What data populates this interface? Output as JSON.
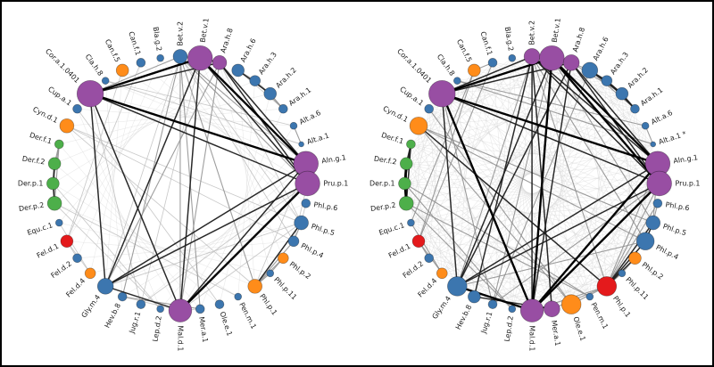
{
  "figure": {
    "background": "#ffffff",
    "border_color": "#000000",
    "palette": {
      "purple": "#984ea3",
      "blue": "#3c76af",
      "orange": "#ff8c1a",
      "green": "#4daf4a",
      "red": "#e41a1c"
    }
  },
  "chart_data": [
    {
      "type": "network",
      "name": "left-network",
      "layout": "circle",
      "center": [
        200,
        206
      ],
      "radius": 144,
      "mesh_offsets": [
        13
      ],
      "nodes": [
        {
          "label": "Bet.v.2",
          "color": "blue",
          "size": 8
        },
        {
          "label": "Bet.v.1",
          "color": "purple",
          "size": 14
        },
        {
          "label": "Ara.h.8",
          "color": "purple",
          "size": 8
        },
        {
          "label": "Ara.h.6",
          "color": "blue",
          "size": 7
        },
        {
          "label": "Ara.h.3",
          "color": "blue",
          "size": 6
        },
        {
          "label": "Ara.h.2",
          "color": "blue",
          "size": 7
        },
        {
          "label": "Ara.h.1",
          "color": "blue",
          "size": 5
        },
        {
          "label": "Alt.a.6",
          "color": "blue",
          "size": 4
        },
        {
          "label": "Alt.a.1",
          "color": "blue",
          "size": 3
        },
        {
          "label": "Aln.g.1",
          "color": "purple",
          "size": 14
        },
        {
          "label": "Pru.p.1",
          "color": "purple",
          "size": 14
        },
        {
          "label": "Phl.p.6",
          "color": "blue",
          "size": 5
        },
        {
          "label": "Phl.p.5",
          "color": "blue",
          "size": 8
        },
        {
          "label": "Phl.p.4",
          "color": "blue",
          "size": 6
        },
        {
          "label": "Phl.p.2",
          "color": "orange",
          "size": 6
        },
        {
          "label": "Phl.p.11",
          "color": "blue",
          "size": 4
        },
        {
          "label": "Phl.p.1",
          "color": "orange",
          "size": 8
        },
        {
          "label": "Pen.m.1",
          "color": "blue",
          "size": 4
        },
        {
          "label": "Ole.e.1",
          "color": "blue",
          "size": 5
        },
        {
          "label": "Mer.a.1",
          "color": "blue",
          "size": 5
        },
        {
          "label": "Mal.d.1",
          "color": "purple",
          "size": 13
        },
        {
          "label": "Lep.d.2",
          "color": "blue",
          "size": 4
        },
        {
          "label": "Jug.r.1",
          "color": "blue",
          "size": 5
        },
        {
          "label": "Hev.b.8",
          "color": "blue",
          "size": 5
        },
        {
          "label": "Gly.m.4",
          "color": "blue",
          "size": 9
        },
        {
          "label": "Fel.d.4",
          "color": "orange",
          "size": 6
        },
        {
          "label": "Fel.d.2",
          "color": "blue",
          "size": 5
        },
        {
          "label": "Fel.d.1",
          "color": "red",
          "size": 7
        },
        {
          "label": "Equ.c.1",
          "color": "blue",
          "size": 4
        },
        {
          "label": "Der.p.2",
          "color": "green",
          "size": 8
        },
        {
          "label": "Der.p.1",
          "color": "green",
          "size": 7
        },
        {
          "label": "Der.f.2",
          "color": "green",
          "size": 7
        },
        {
          "label": "Der.f.1",
          "color": "green",
          "size": 5
        },
        {
          "label": "Cyn.d.1",
          "color": "orange",
          "size": 8
        },
        {
          "label": "Cup.a.1",
          "color": "blue",
          "size": 5
        },
        {
          "label": "Cor.a.1.0401",
          "color": "purple",
          "size": 15
        },
        {
          "label": "Cla.h.8",
          "color": "blue",
          "size": 4
        },
        {
          "label": "Can.f.5",
          "color": "orange",
          "size": 7
        },
        {
          "label": "Can.f.1",
          "color": "blue",
          "size": 5
        },
        {
          "label": "Bla.g.2",
          "color": "blue",
          "size": 4
        }
      ],
      "edges": [
        [
          1,
          35,
          4
        ],
        [
          1,
          9,
          4
        ],
        [
          9,
          35,
          4
        ],
        [
          1,
          10,
          3
        ],
        [
          1,
          20,
          3
        ],
        [
          9,
          10,
          3
        ],
        [
          9,
          20,
          3
        ],
        [
          10,
          20,
          4
        ],
        [
          10,
          35,
          3
        ],
        [
          20,
          35,
          3
        ],
        [
          1,
          2,
          3
        ],
        [
          2,
          9,
          3
        ],
        [
          2,
          10,
          3
        ],
        [
          2,
          20,
          2
        ],
        [
          2,
          35,
          3
        ],
        [
          1,
          24,
          3
        ],
        [
          9,
          24,
          3
        ],
        [
          10,
          24,
          3
        ],
        [
          20,
          24,
          3
        ],
        [
          24,
          35,
          3
        ],
        [
          2,
          24,
          2
        ],
        [
          0,
          1,
          2
        ],
        [
          0,
          9,
          2
        ],
        [
          0,
          10,
          2
        ],
        [
          0,
          20,
          2
        ],
        [
          0,
          35,
          2
        ],
        [
          0,
          24,
          1
        ],
        [
          0,
          19,
          2
        ],
        [
          0,
          23,
          2
        ],
        [
          19,
          23,
          2
        ],
        [
          0,
          16,
          2
        ],
        [
          0,
          12,
          1
        ],
        [
          0,
          13,
          1
        ],
        [
          12,
          16,
          3
        ],
        [
          13,
          16,
          2
        ],
        [
          14,
          16,
          2
        ],
        [
          14,
          15,
          2
        ],
        [
          15,
          16,
          2
        ],
        [
          12,
          13,
          2
        ],
        [
          11,
          12,
          1
        ],
        [
          33,
          12,
          1
        ],
        [
          33,
          16,
          1
        ],
        [
          33,
          13,
          1
        ],
        [
          29,
          30,
          3
        ],
        [
          29,
          31,
          2
        ],
        [
          30,
          31,
          3
        ],
        [
          31,
          32,
          2
        ],
        [
          29,
          32,
          2
        ],
        [
          30,
          32,
          2
        ],
        [
          21,
          29,
          1
        ],
        [
          21,
          30,
          1
        ],
        [
          3,
          5,
          3
        ],
        [
          4,
          5,
          2
        ],
        [
          4,
          6,
          2
        ],
        [
          5,
          6,
          2
        ],
        [
          3,
          4,
          2
        ],
        [
          3,
          6,
          1
        ],
        [
          7,
          8,
          2
        ],
        [
          7,
          36,
          1
        ],
        [
          8,
          36,
          1
        ],
        [
          25,
          27,
          1
        ],
        [
          26,
          27,
          1
        ],
        [
          25,
          28,
          1
        ],
        [
          27,
          37,
          1
        ],
        [
          27,
          38,
          1
        ],
        [
          18,
          34,
          1
        ],
        [
          22,
          35,
          1
        ],
        [
          22,
          1,
          1
        ],
        [
          22,
          10,
          1
        ],
        [
          23,
          20,
          1
        ],
        [
          19,
          20,
          1
        ],
        [
          2,
          12,
          1
        ],
        [
          9,
          16,
          1
        ],
        [
          10,
          13,
          1
        ],
        [
          20,
          12,
          1
        ],
        [
          24,
          12,
          1
        ],
        [
          17,
          29,
          1
        ]
      ]
    },
    {
      "type": "network",
      "name": "right-network",
      "layout": "circle",
      "center": [
        598,
        206
      ],
      "radius": 144,
      "mesh_offsets": [
        6,
        9,
        13,
        17,
        19
      ],
      "nodes": [
        {
          "label": "Bet.v.2",
          "color": "purple",
          "size": 9
        },
        {
          "label": "Bet.v.1",
          "color": "purple",
          "size": 14
        },
        {
          "label": "Ara.h.8",
          "color": "purple",
          "size": 9
        },
        {
          "label": "Ara.h.6",
          "color": "blue",
          "size": 9
        },
        {
          "label": "Ara.h.3",
          "color": "blue",
          "size": 6
        },
        {
          "label": "Ara.h.2",
          "color": "blue",
          "size": 7
        },
        {
          "label": "Ara.h.1",
          "color": "blue",
          "size": 5
        },
        {
          "label": "Alt.a.6",
          "color": "blue",
          "size": 4
        },
        {
          "label": "Alt.a.1",
          "color": "blue",
          "size": 3,
          "mark": "*"
        },
        {
          "label": "Aln.g.1",
          "color": "purple",
          "size": 14
        },
        {
          "label": "Pru.p.1",
          "color": "purple",
          "size": 14
        },
        {
          "label": "Phl.p.6",
          "color": "blue",
          "size": 5
        },
        {
          "label": "Phl.p.5",
          "color": "blue",
          "size": 8
        },
        {
          "label": "Phl.p.4",
          "color": "blue",
          "size": 10
        },
        {
          "label": "Phl.p.2",
          "color": "orange",
          "size": 7
        },
        {
          "label": "Phl.p.11",
          "color": "blue",
          "size": 4
        },
        {
          "label": "Phl.p.1",
          "color": "red",
          "size": 11
        },
        {
          "label": "Pen.m.1",
          "color": "blue",
          "size": 4
        },
        {
          "label": "Ole.e.1",
          "color": "orange",
          "size": 11
        },
        {
          "label": "Mer.a.1",
          "color": "purple",
          "size": 9
        },
        {
          "label": "Mal.d.1",
          "color": "purple",
          "size": 13
        },
        {
          "label": "Lep.d.2",
          "color": "blue",
          "size": 4
        },
        {
          "label": "Jug.r.1",
          "color": "blue",
          "size": 5
        },
        {
          "label": "Hev.b.8",
          "color": "blue",
          "size": 7
        },
        {
          "label": "Gly.m.4",
          "color": "blue",
          "size": 11
        },
        {
          "label": "Fel.d.4",
          "color": "orange",
          "size": 6
        },
        {
          "label": "Fel.d.2",
          "color": "blue",
          "size": 5
        },
        {
          "label": "Fel.d.1",
          "color": "red",
          "size": 7
        },
        {
          "label": "Equ.c.1",
          "color": "blue",
          "size": 4
        },
        {
          "label": "Der.p.2",
          "color": "green",
          "size": 8
        },
        {
          "label": "Der.p.1",
          "color": "green",
          "size": 7
        },
        {
          "label": "Der.f.2",
          "color": "green",
          "size": 7
        },
        {
          "label": "Der.f.1",
          "color": "green",
          "size": 5
        },
        {
          "label": "Cyn.d.1",
          "color": "orange",
          "size": 10
        },
        {
          "label": "Cup.a.1",
          "color": "blue",
          "size": 5
        },
        {
          "label": "Cor.a.1.0401",
          "color": "purple",
          "size": 15
        },
        {
          "label": "Cla.h.8",
          "color": "blue",
          "size": 4
        },
        {
          "label": "Can.f.5",
          "color": "orange",
          "size": 7
        },
        {
          "label": "Can.f.1",
          "color": "blue",
          "size": 5
        },
        {
          "label": "Bla.g.2",
          "color": "blue",
          "size": 4
        }
      ],
      "edges": [
        [
          1,
          35,
          4
        ],
        [
          1,
          9,
          4
        ],
        [
          9,
          35,
          4
        ],
        [
          1,
          10,
          4
        ],
        [
          1,
          20,
          4
        ],
        [
          9,
          10,
          3
        ],
        [
          9,
          20,
          4
        ],
        [
          10,
          20,
          4
        ],
        [
          10,
          35,
          3
        ],
        [
          20,
          35,
          4
        ],
        [
          1,
          2,
          3
        ],
        [
          2,
          9,
          3
        ],
        [
          2,
          10,
          3
        ],
        [
          2,
          20,
          3
        ],
        [
          2,
          35,
          3
        ],
        [
          1,
          24,
          3
        ],
        [
          9,
          24,
          3
        ],
        [
          10,
          24,
          3
        ],
        [
          20,
          24,
          4
        ],
        [
          24,
          35,
          3
        ],
        [
          2,
          24,
          3
        ],
        [
          0,
          1,
          3
        ],
        [
          0,
          9,
          3
        ],
        [
          0,
          10,
          3
        ],
        [
          0,
          20,
          3
        ],
        [
          0,
          35,
          3
        ],
        [
          0,
          24,
          2
        ],
        [
          0,
          19,
          3
        ],
        [
          0,
          23,
          3
        ],
        [
          19,
          23,
          3
        ],
        [
          0,
          16,
          2
        ],
        [
          19,
          16,
          2
        ],
        [
          0,
          13,
          2
        ],
        [
          12,
          16,
          3
        ],
        [
          13,
          16,
          3
        ],
        [
          14,
          16,
          3
        ],
        [
          14,
          15,
          2
        ],
        [
          15,
          16,
          2
        ],
        [
          12,
          13,
          3
        ],
        [
          11,
          12,
          2
        ],
        [
          11,
          16,
          2
        ],
        [
          33,
          16,
          3
        ],
        [
          33,
          12,
          2
        ],
        [
          33,
          13,
          2
        ],
        [
          18,
          16,
          2
        ],
        [
          18,
          33,
          2
        ],
        [
          18,
          34,
          2
        ],
        [
          29,
          30,
          4
        ],
        [
          29,
          31,
          3
        ],
        [
          30,
          31,
          4
        ],
        [
          31,
          32,
          3
        ],
        [
          29,
          32,
          3
        ],
        [
          30,
          32,
          3
        ],
        [
          21,
          29,
          2
        ],
        [
          21,
          30,
          2
        ],
        [
          17,
          29,
          2
        ],
        [
          17,
          30,
          2
        ],
        [
          3,
          5,
          3
        ],
        [
          4,
          5,
          3
        ],
        [
          4,
          6,
          3
        ],
        [
          5,
          6,
          3
        ],
        [
          3,
          4,
          3
        ],
        [
          3,
          6,
          2
        ],
        [
          2,
          3,
          2
        ],
        [
          2,
          5,
          2
        ],
        [
          22,
          35,
          2
        ],
        [
          22,
          1,
          2
        ],
        [
          22,
          10,
          2
        ],
        [
          22,
          3,
          2
        ],
        [
          25,
          27,
          2
        ],
        [
          26,
          27,
          2
        ],
        [
          25,
          28,
          2
        ],
        [
          27,
          37,
          2
        ],
        [
          27,
          38,
          2
        ],
        [
          28,
          37,
          2
        ],
        [
          37,
          38,
          2
        ],
        [
          7,
          8,
          2
        ],
        [
          7,
          36,
          2
        ],
        [
          8,
          36,
          2
        ],
        [
          16,
          20,
          2
        ],
        [
          16,
          9,
          2
        ],
        [
          13,
          24,
          2
        ],
        [
          12,
          9,
          2
        ],
        [
          12,
          1,
          2
        ],
        [
          16,
          10,
          2
        ]
      ]
    }
  ]
}
